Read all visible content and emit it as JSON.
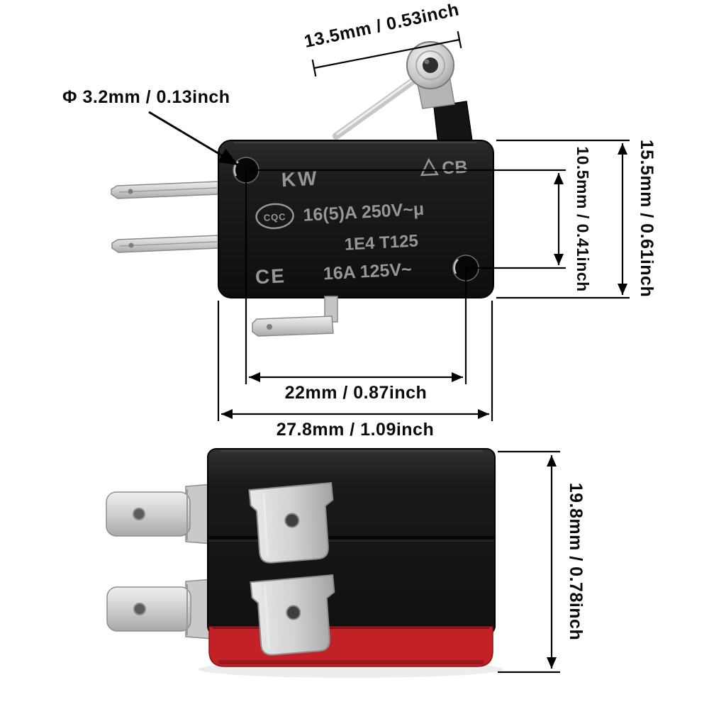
{
  "image": {
    "type": "product-dimension-diagram",
    "subject": "roller-lever-micro-limit-switch",
    "background": "#ffffff"
  },
  "annotations": {
    "lever_length": "13.5mm / 0.53inch",
    "hole_diameter": "Φ 3.2mm / 0.13inch",
    "hole_vertical_spacing": "10.5mm / 0.41inch",
    "body_height": "15.5mm / 0.61inch",
    "hole_horizontal_spacing": "22mm / 0.87inch",
    "body_width": "27.8mm / 1.09inch",
    "side_view_height": "19.8mm / 0.78inch"
  },
  "switch_markings": {
    "brand": "KW",
    "cb_mark": "CB",
    "cqc_mark": "CQC",
    "rating_primary": "16(5)A 250V~μ",
    "endurance_temp": "1E4  T125",
    "rating_secondary": "16A 125V~",
    "ce_mark": "CE"
  },
  "colors": {
    "annotation": "#000000",
    "switch_body": "#1a1a1a",
    "switch_base_red": "#c22127",
    "terminal_silver": "#d6d6d6",
    "marking_gray": "#969696"
  }
}
